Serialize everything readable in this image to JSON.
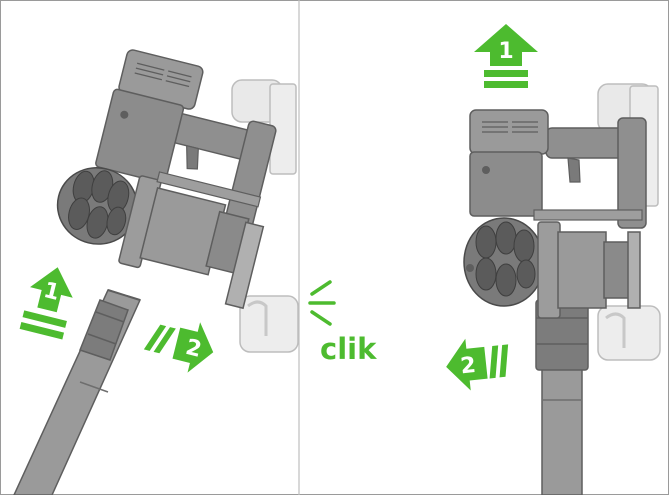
{
  "colors": {
    "accent_green": "#4dbb2f",
    "body_grey": "#8f8f8f",
    "body_dark": "#666666",
    "bracket_light": "#e6e6e6",
    "bracket_outline": "#bdbdbd",
    "frame_border": "#9a9a9a"
  },
  "left_panel": {
    "arrow_up_number": "1",
    "arrow_right_number": "2"
  },
  "center": {
    "sound_text": "clik"
  },
  "right_panel": {
    "arrow_up_number": "1",
    "arrow_left_number": "2"
  },
  "icons": [
    "arrow-up-icon",
    "arrow-right-icon",
    "arrow-left-icon",
    "click-sound-icon",
    "vacuum-handheld-icon",
    "wall-bracket-icon"
  ]
}
